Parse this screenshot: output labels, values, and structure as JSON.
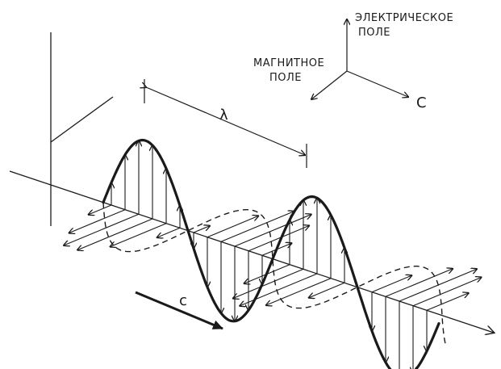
{
  "legend": {
    "electric_field_line1": "ЭЛЕКТРИЧЕСКОЕ",
    "electric_field_line2": "ПОЛЕ",
    "magnetic_field_line1": "МАГНИТНОЕ",
    "magnetic_field_line2": "ПОЛЕ",
    "propagation_label": "C"
  },
  "diagram": {
    "wavelength_symbol": "λ",
    "propagation_arrow_label": "c"
  },
  "colors": {
    "ink": "#1a1a1a",
    "background": "#ffffff"
  }
}
